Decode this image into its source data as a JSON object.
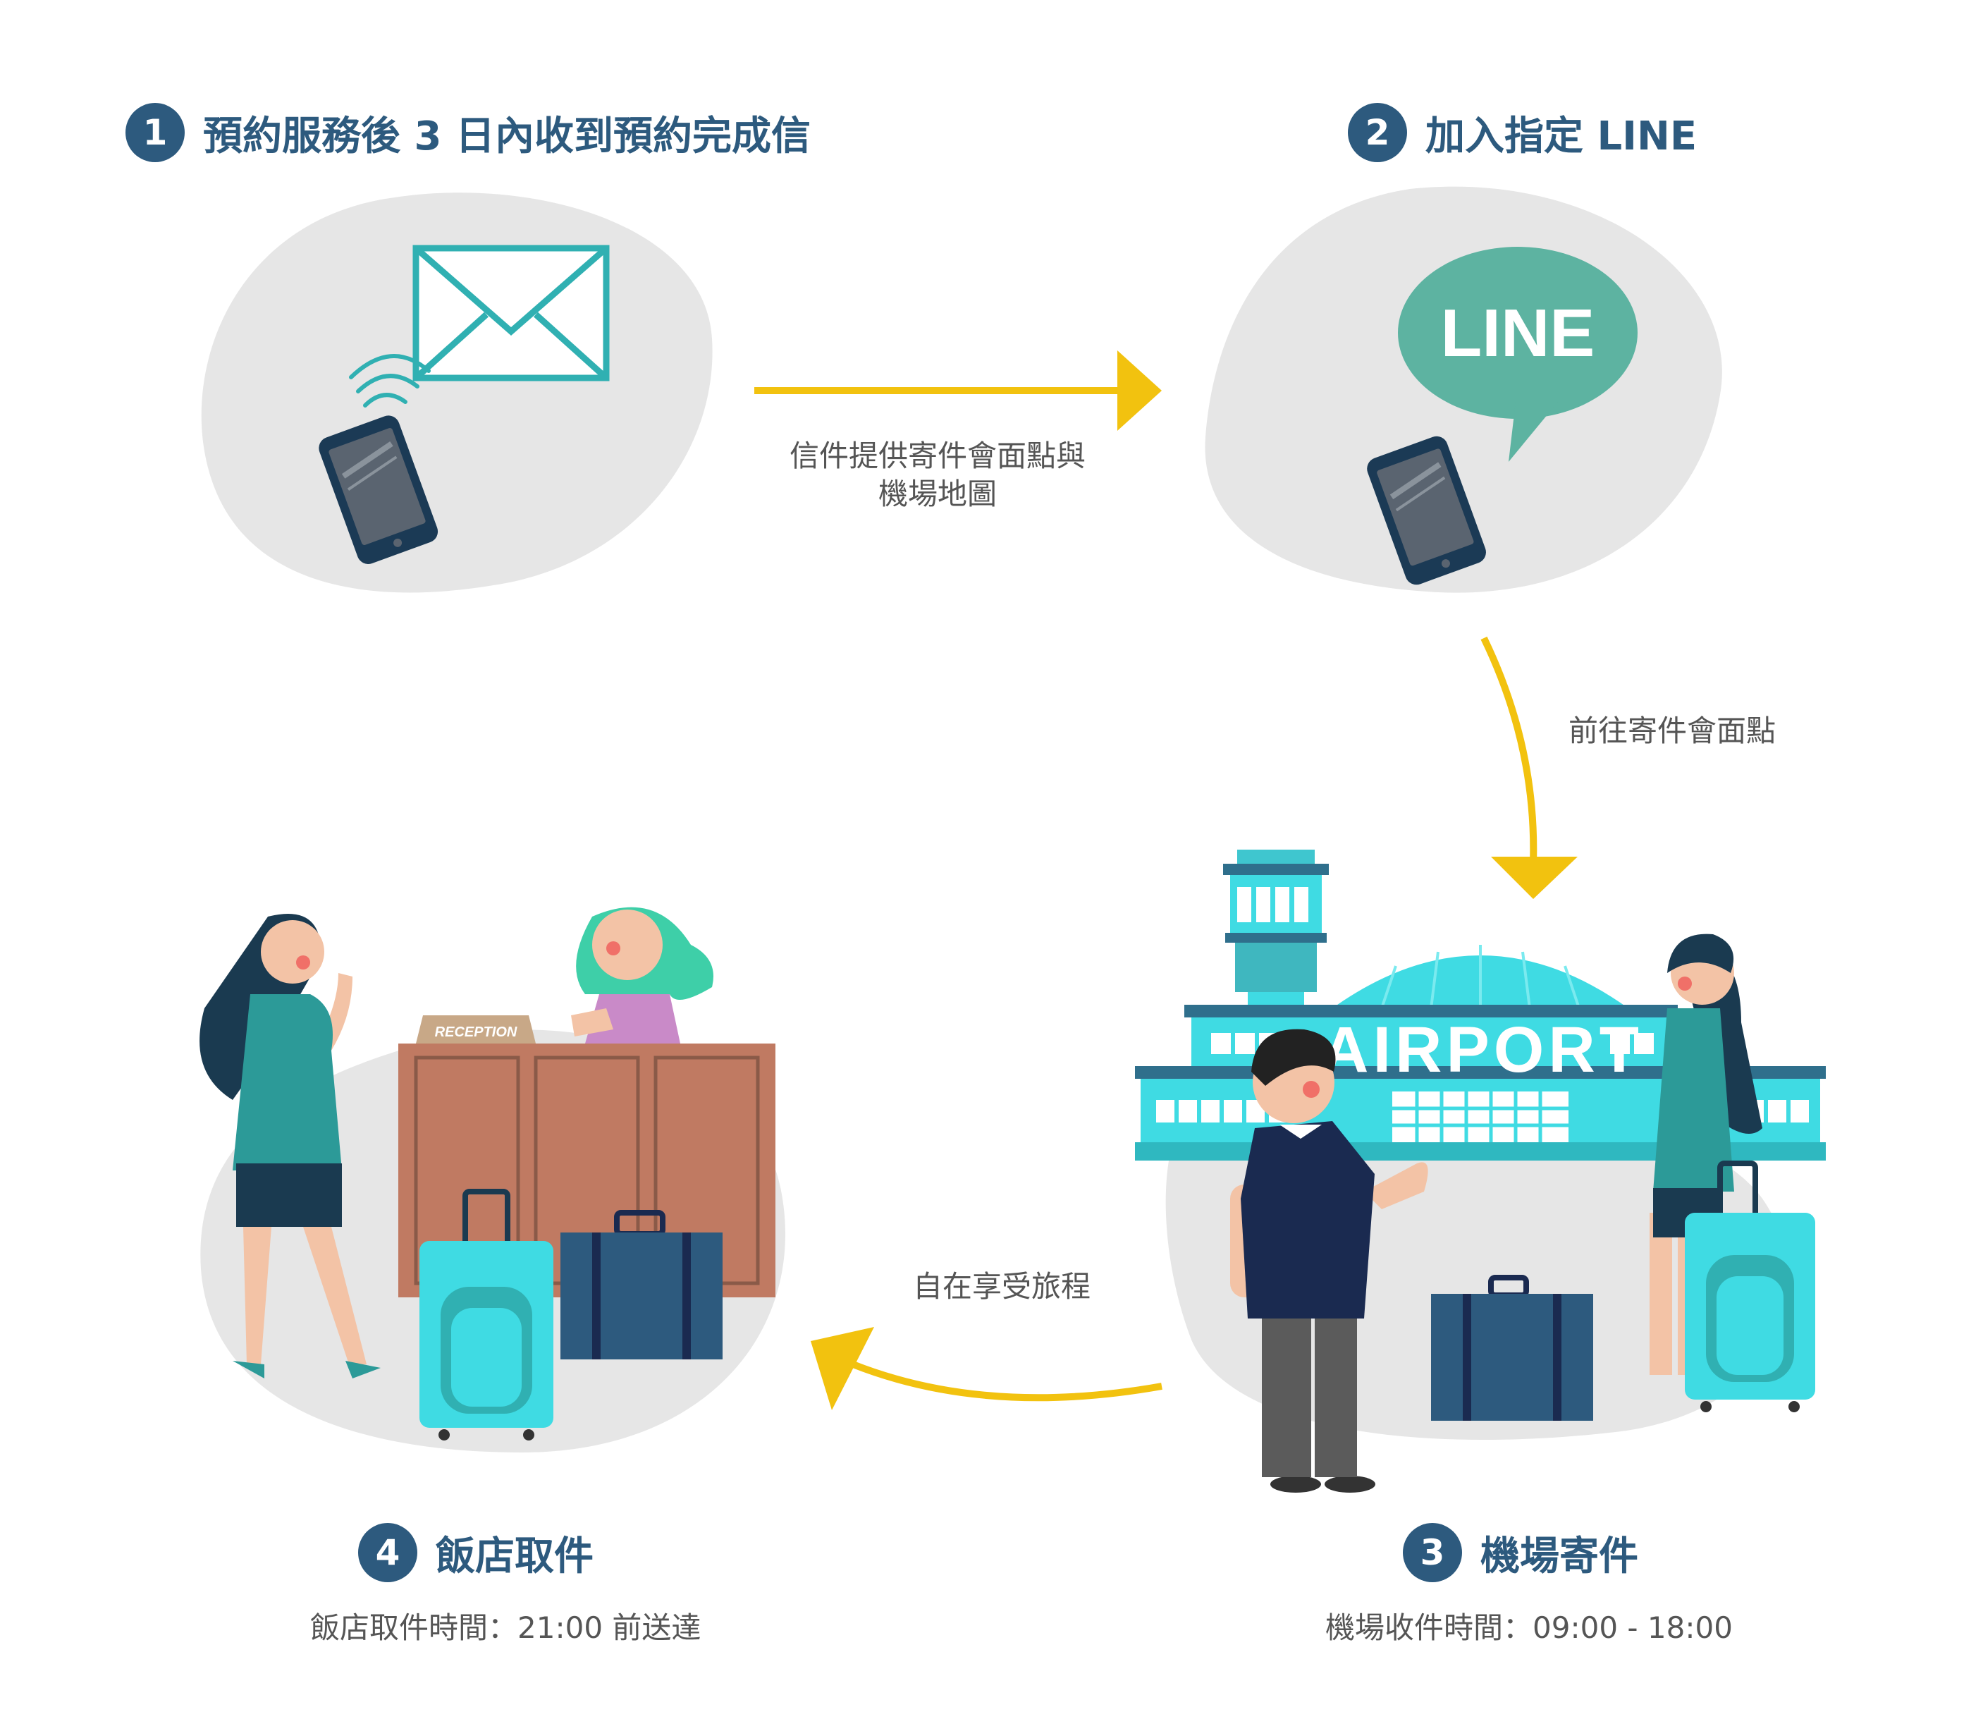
{
  "steps": [
    {
      "number": "1",
      "title": "預約服務後 3 日內收到預約完成信"
    },
    {
      "number": "2",
      "title": "加入指定 LINE"
    },
    {
      "number": "3",
      "title": "機場寄件",
      "subtitle": "機場收件時間：09:00 - 18:00"
    },
    {
      "number": "4",
      "title": "飯店取件",
      "subtitle": "飯店取件時間：21:00 前送達"
    }
  ],
  "arrows": {
    "a1": {
      "label_line1": "信件提供寄件會面點與",
      "label_line2": "機場地圖"
    },
    "a2": {
      "label": "前往寄件會面點"
    },
    "a3": {
      "label": "自在享受旅程"
    }
  },
  "illustrations": {
    "line_logo": "LINE",
    "airport_sign": "AIRPORT",
    "reception_sign": "RECEPTION"
  },
  "colors": {
    "accent": "#2d5a7e",
    "arrow": "#f2c20f",
    "blob": "#e6e6e6",
    "line_green": "#5db3a1",
    "teal": "#2c9a98",
    "cyan": "#3fdbe3"
  }
}
